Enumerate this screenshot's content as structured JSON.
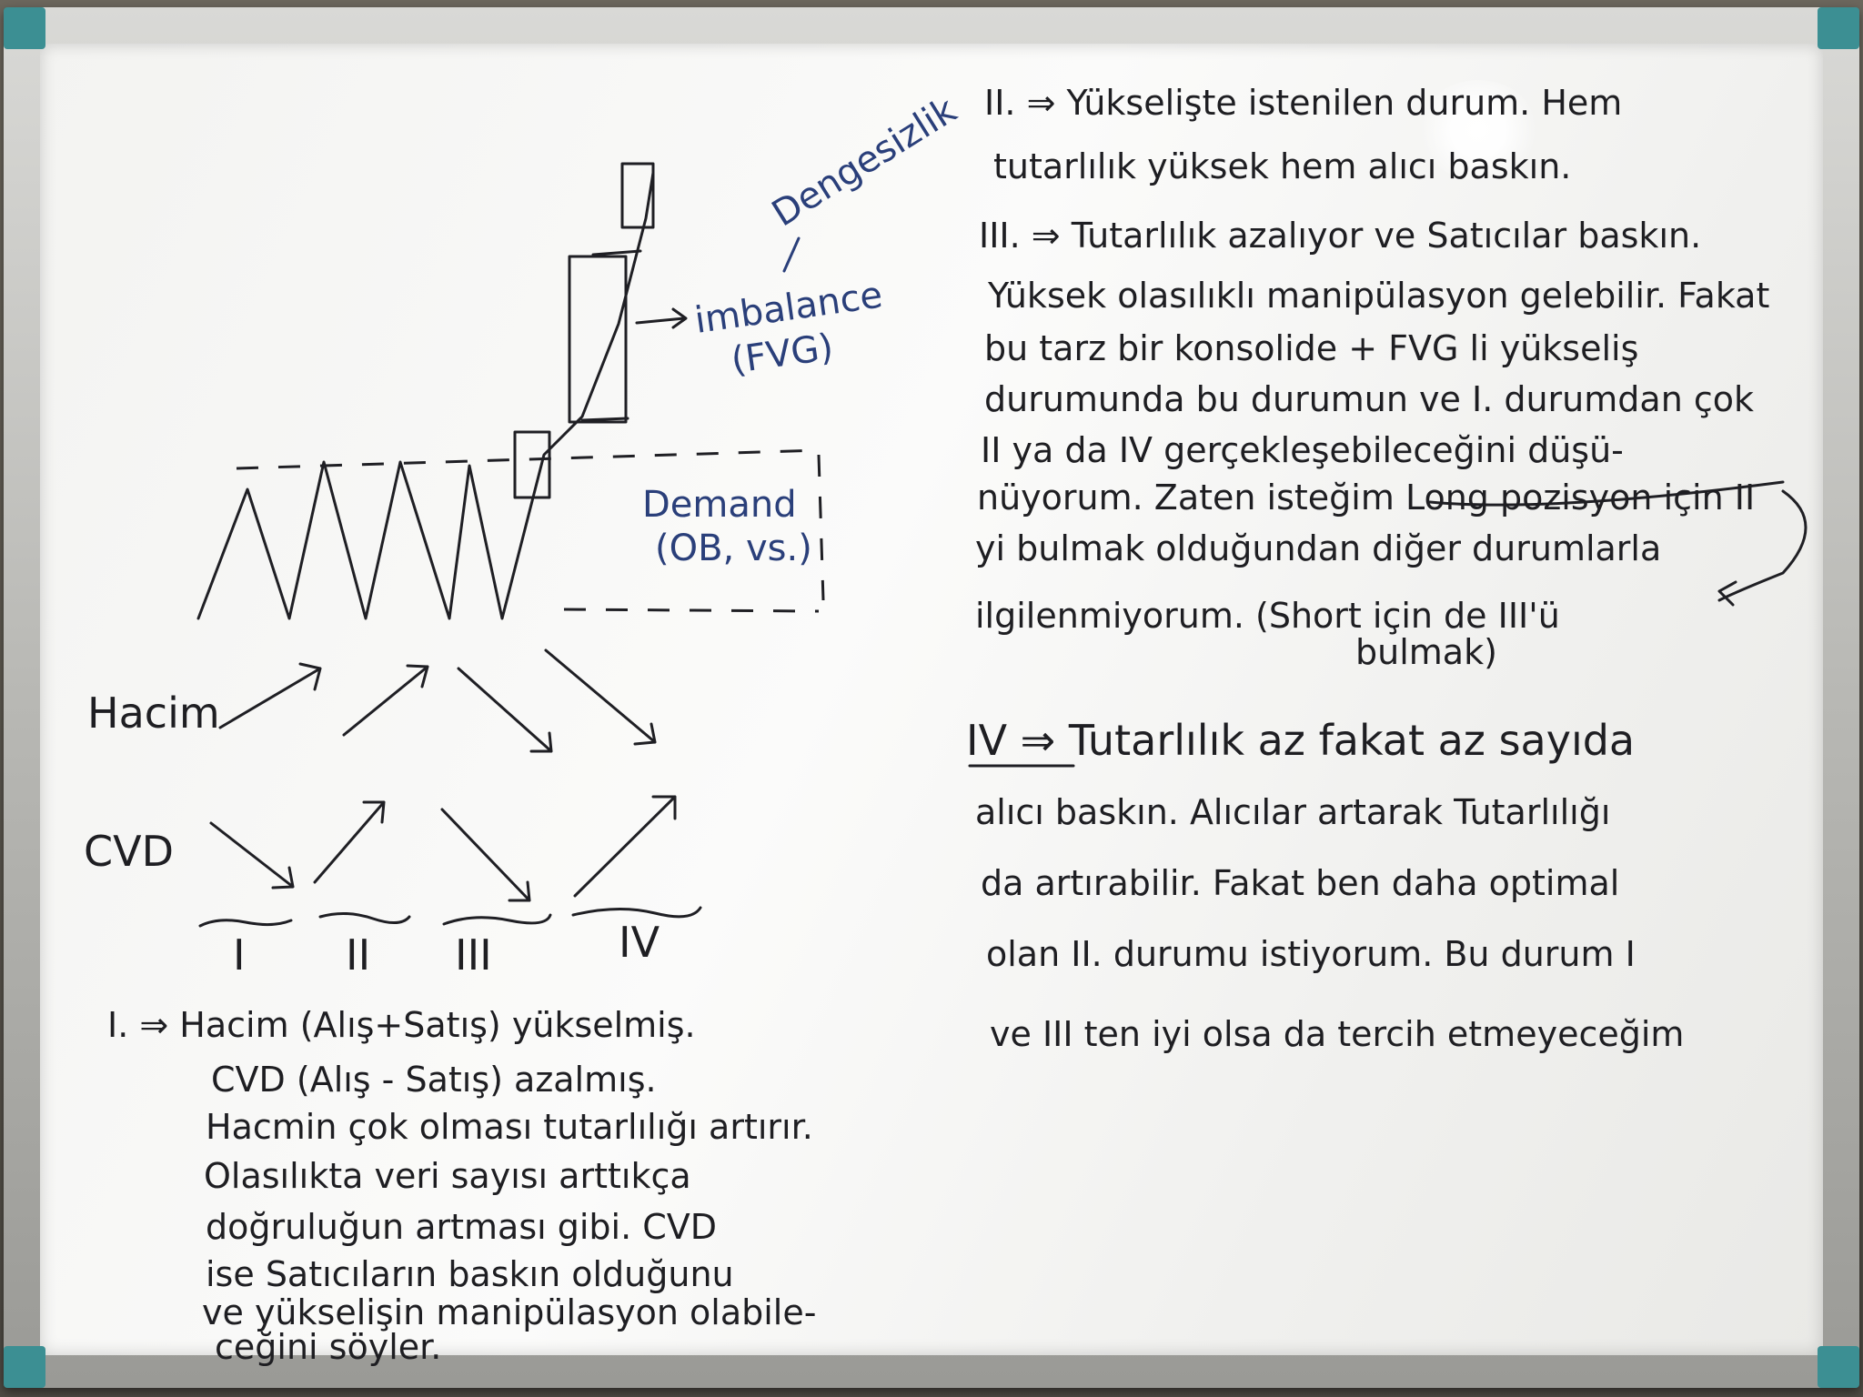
{
  "diagram": {
    "arrow_labels": {
      "dengesizlik": "Dengesizlik",
      "imbalance": "imbalance",
      "fvg": "(FVG)"
    },
    "demand": {
      "line1": "Demand",
      "line2": "(OB, vs.)"
    },
    "row_labels": {
      "hacim": "Hacim",
      "cvd": "CVD"
    },
    "phases": [
      "I",
      "II",
      "III",
      "IV"
    ]
  },
  "left_notes": [
    "I. ⇒ Hacim (Alış+Satış) yükselmiş.",
    "CVD (Alış - Satış) azalmış.",
    "Hacmin çok olması tutarlılığı artırır.",
    "Olasılıkta veri sayısı arttıkça",
    "doğruluğun artması gibi. CVD",
    "ise Satıcıların baskın olduğunu",
    "ve yükselişin manipülasyon olabile-",
    "ceğini söyler."
  ],
  "right_notes": [
    "II. ⇒ Yükselişte istenilen durum. Hem",
    "tutarlılık yüksek hem alıcı baskın.",
    "III. ⇒ Tutarlılık azalıyor ve Satıcılar baskın.",
    "Yüksek olasılıklı manipülasyon gelebilir. Fakat",
    "bu tarz bir konsolide + FVG li yükseliş",
    "durumunda bu durumun ve I. durumdan çok",
    "II ya da IV gerçekleşebileceğini düşü-",
    "nüyorum. Zaten isteğim Long pozisyon için II",
    "yi bulmak olduğundan diğer durumlarla",
    "ilgilenmiyorum. (Short için de III'ü",
    "bulmak)",
    "IV ⇒ Tutarlılık az fakat az sayıda",
    "alıcı baskın. Alıcılar artarak Tutarlılığı",
    "da artırabilir. Fakat ben daha optimal",
    "olan II. durumu istiyorum. Bu durum I",
    "ve III ten iyi olsa da tercih etmeyeceğim"
  ]
}
